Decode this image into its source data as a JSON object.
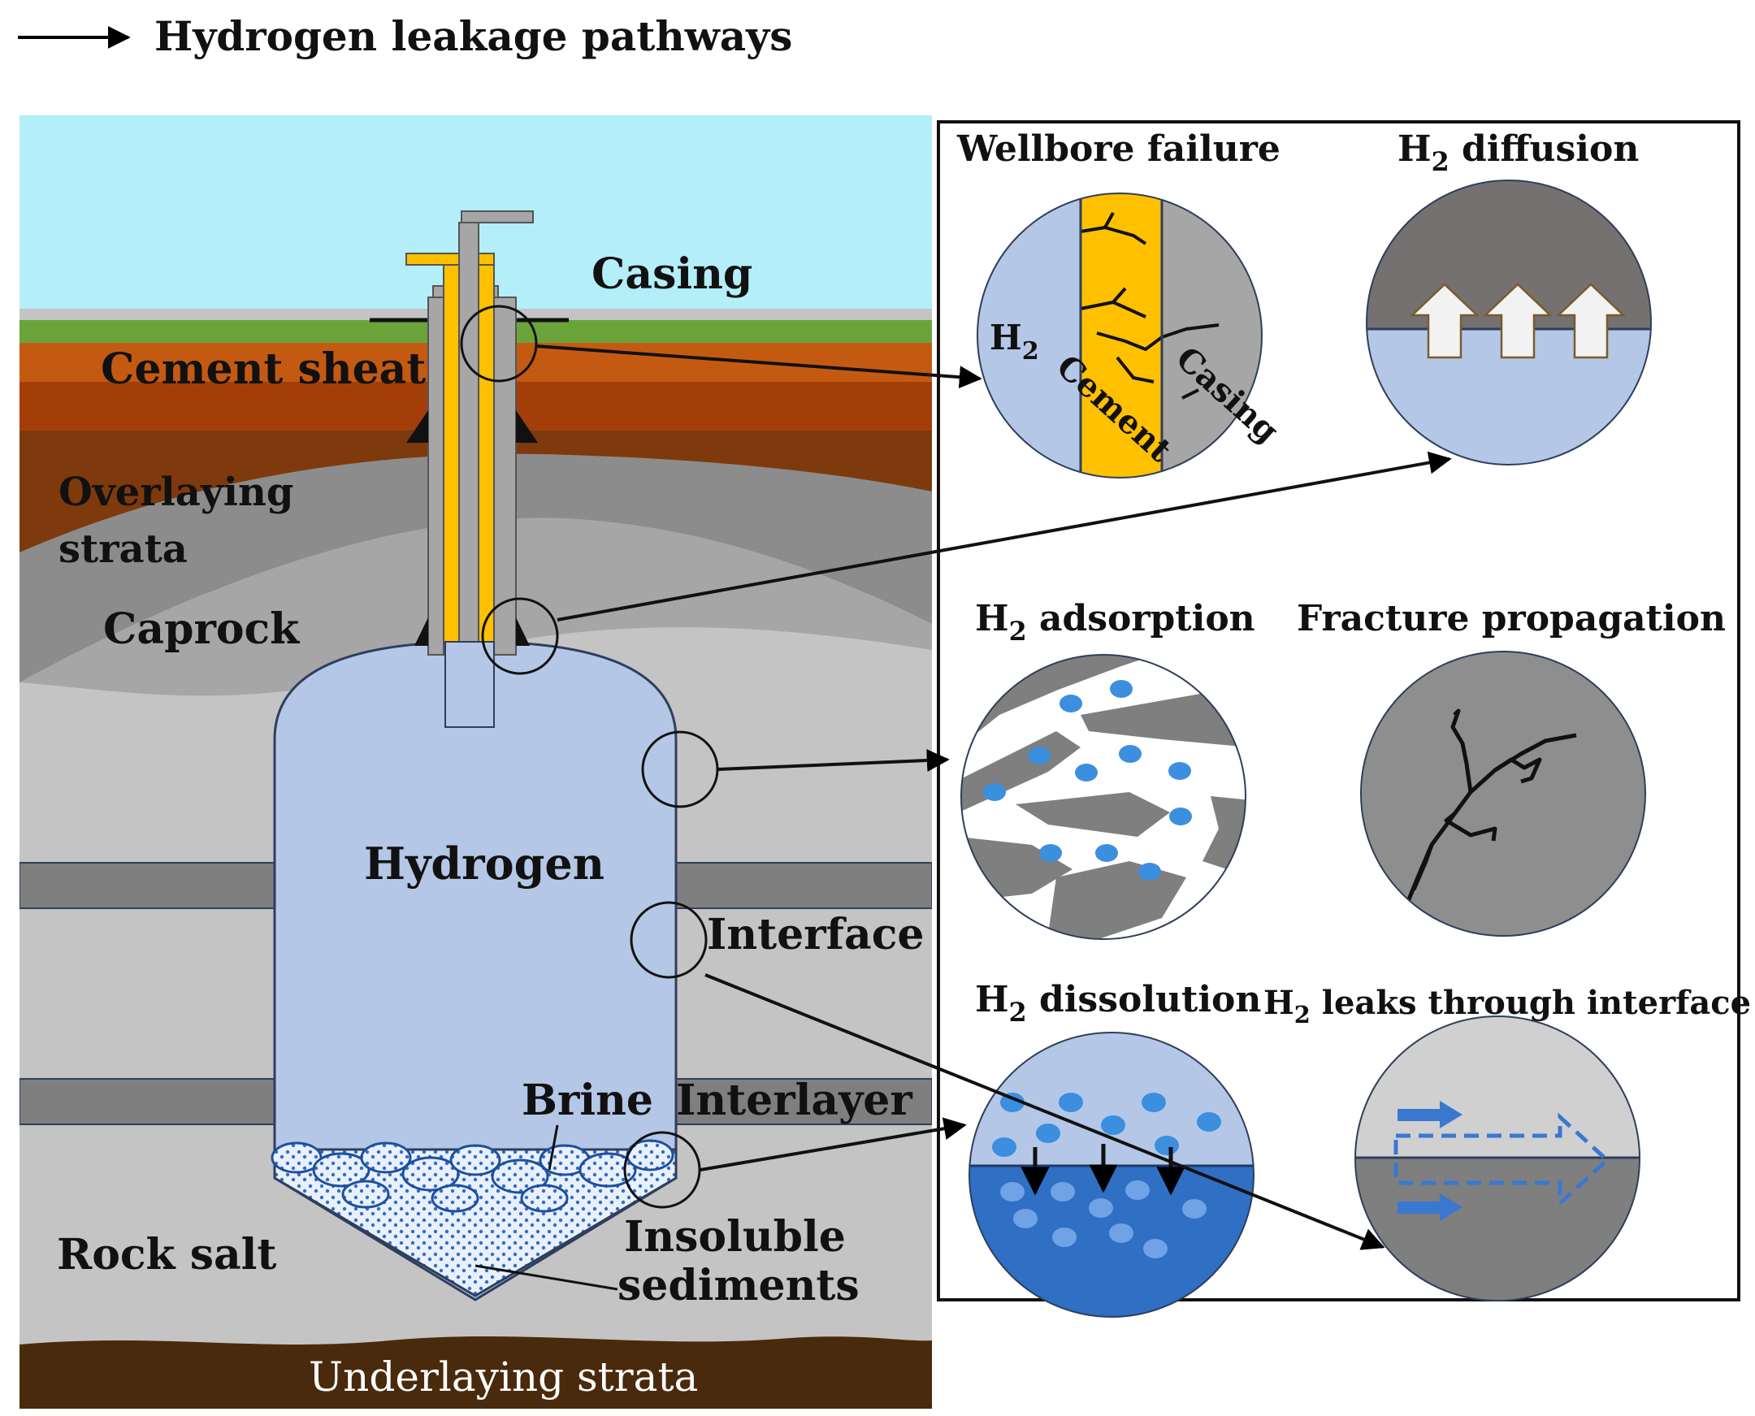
{
  "legend": {
    "label": "Hydrogen leakage pathways"
  },
  "cavern": {
    "labels": {
      "casing": "Casing",
      "cement_sheath": "Cement sheat",
      "overlaying_1": "Overlaying",
      "overlaying_2": "strata",
      "caprock": "Caprock",
      "hydrogen": "Hydrogen",
      "interface": "Interface",
      "brine": "Brine",
      "interlayer": "Interlayer",
      "rock_salt": "Rock salt",
      "insoluble_1": "Insoluble",
      "insoluble_2": "sediments",
      "underlaying": "Underlaying strata"
    }
  },
  "panels": {
    "wellbore_failure": {
      "title": "Wellbore failure",
      "h2_main": "H",
      "h2_sub": "2",
      "cement": "Cement",
      "casing": "Casing"
    },
    "h2_diffusion": {
      "prefix": "H",
      "sub": "2",
      "rest": " diffusion"
    },
    "h2_adsorption": {
      "prefix": "H",
      "sub": "2",
      "rest": " adsorption"
    },
    "fracture_propagation": {
      "title": "Fracture propagation"
    },
    "h2_dissolution": {
      "prefix": "H",
      "sub": "2",
      "rest": " dissolution"
    },
    "h2_interface": {
      "prefix": "H",
      "sub": "2",
      "rest": " leaks through interface"
    }
  },
  "colors": {
    "sky": "#b3eef9",
    "grass": "#6aa33a",
    "soil_top": "#c45a12",
    "soil_mid": "#a43e08",
    "soil_low": "#7e3a0c",
    "overlaying": "#8c8c8c",
    "caprock": "#a6a6a6",
    "rock_salt": "#c4c4c4",
    "hydrogen": "#b4c7e7",
    "interlayer": "#7f7f7f",
    "underlaying": "#4a2a0c",
    "cement": "#ffc000",
    "casing": "#a6a6a6",
    "brine_blue": "#2f6fc4",
    "h2_dot": "#3b8fde"
  }
}
